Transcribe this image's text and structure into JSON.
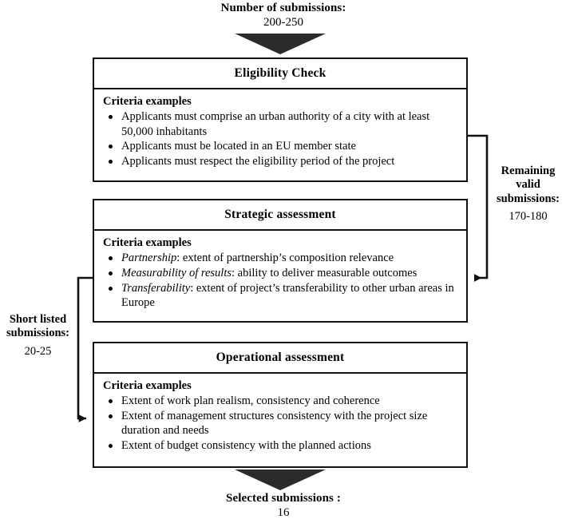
{
  "figure": {
    "top_flow": {
      "title": "Number of submissions:",
      "value": "200-250"
    },
    "bottom_flow": {
      "title": "Selected submissions :",
      "value": "16"
    },
    "stages": [
      {
        "id": "eligibility-check",
        "title": "Eligibility Check",
        "criteria_label": "Criteria examples",
        "criteria": [
          {
            "lead": "",
            "text": "Applicants must comprise an urban authority of a city with at least 50,000 inhabitants"
          },
          {
            "lead": "",
            "text": "Applicants must be located in an EU member state"
          },
          {
            "lead": "",
            "text": "Applicants must respect the eligibility period of the project"
          }
        ]
      },
      {
        "id": "strategic-assessment",
        "title": "Strategic assessment",
        "criteria_label": "Criteria examples",
        "criteria": [
          {
            "lead": "Partnership",
            "text": ": extent of partnership’s composition relevance"
          },
          {
            "lead": "Measurability of results",
            "text": ": ability to deliver measurable outcomes"
          },
          {
            "lead": "Transferability",
            "text": ": extent of project’s transferability to other urban areas in Europe"
          }
        ]
      },
      {
        "id": "operational-assessment",
        "title": "Operational assessment",
        "criteria_label": "Criteria examples",
        "criteria": [
          {
            "lead": "",
            "text": "Extent of work plan realism, consistency and coherence"
          },
          {
            "lead": "",
            "text": "Extent of management structures consistency with the project size duration and needs"
          },
          {
            "lead": "",
            "text": "Extent of budget consistency with the planned actions"
          }
        ]
      }
    ],
    "side_connectors": [
      {
        "id": "remaining-valid",
        "title": "Remaining\nvalid\nsubmissions:",
        "title_lines": [
          "Remaining",
          "valid",
          "submissions:"
        ],
        "value": "170-180"
      },
      {
        "id": "short-listed",
        "title_lines": [
          "Short listed",
          "submissions:"
        ],
        "value": "20-25"
      }
    ],
    "colors": {
      "stroke": "#111111",
      "arrow_fill": "#2b2b2b",
      "background": "#ffffff",
      "text": "#000000"
    }
  }
}
